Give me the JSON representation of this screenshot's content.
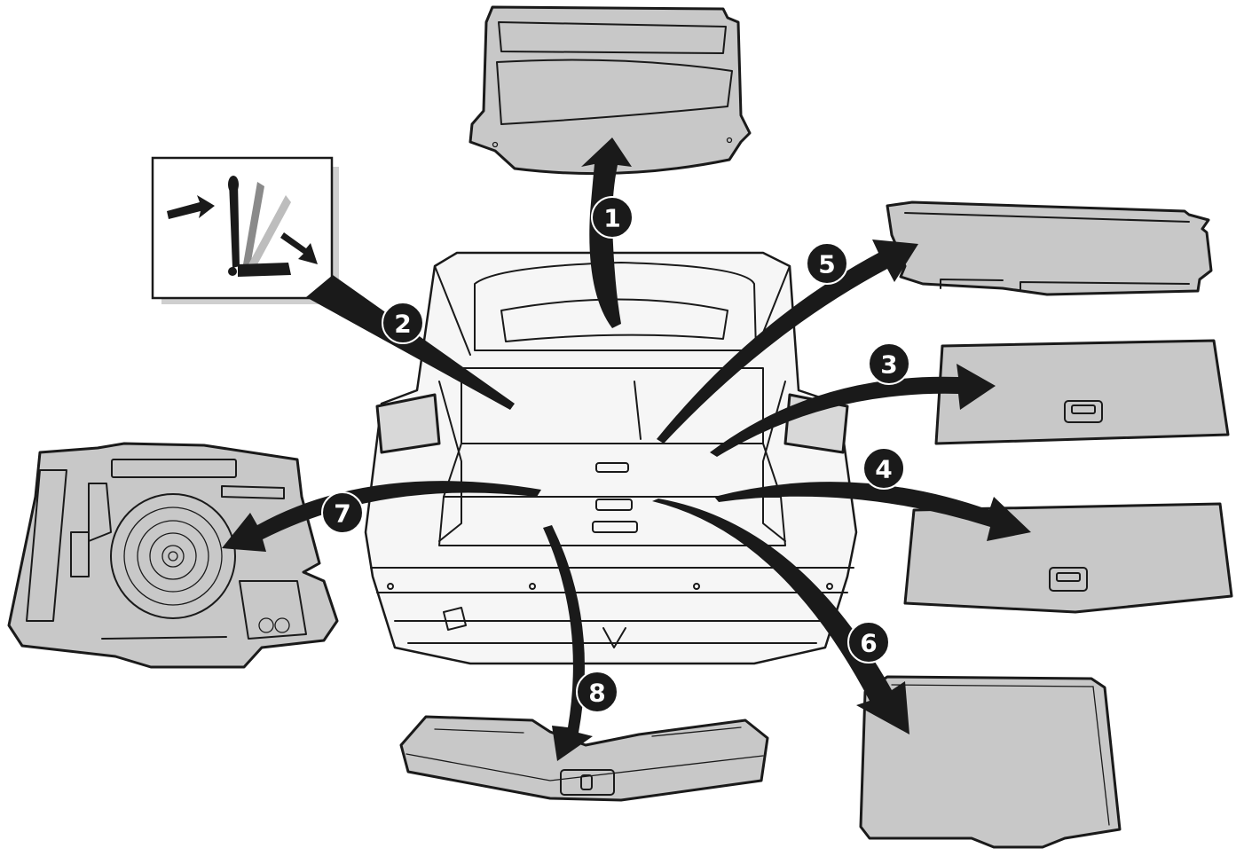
{
  "callouts": [
    {
      "id": "1",
      "label": "1"
    },
    {
      "id": "2",
      "label": "2"
    },
    {
      "id": "3",
      "label": "3"
    },
    {
      "id": "4",
      "label": "4"
    },
    {
      "id": "5",
      "label": "5"
    },
    {
      "id": "6",
      "label": "6"
    },
    {
      "id": "7",
      "label": "7"
    },
    {
      "id": "8",
      "label": "8"
    }
  ],
  "colors": {
    "ink": "#1a1a1a",
    "part_fill": "#c8c8c8",
    "background": "#ffffff"
  },
  "icons": {
    "seat_fold": "seat-fold-icon"
  }
}
